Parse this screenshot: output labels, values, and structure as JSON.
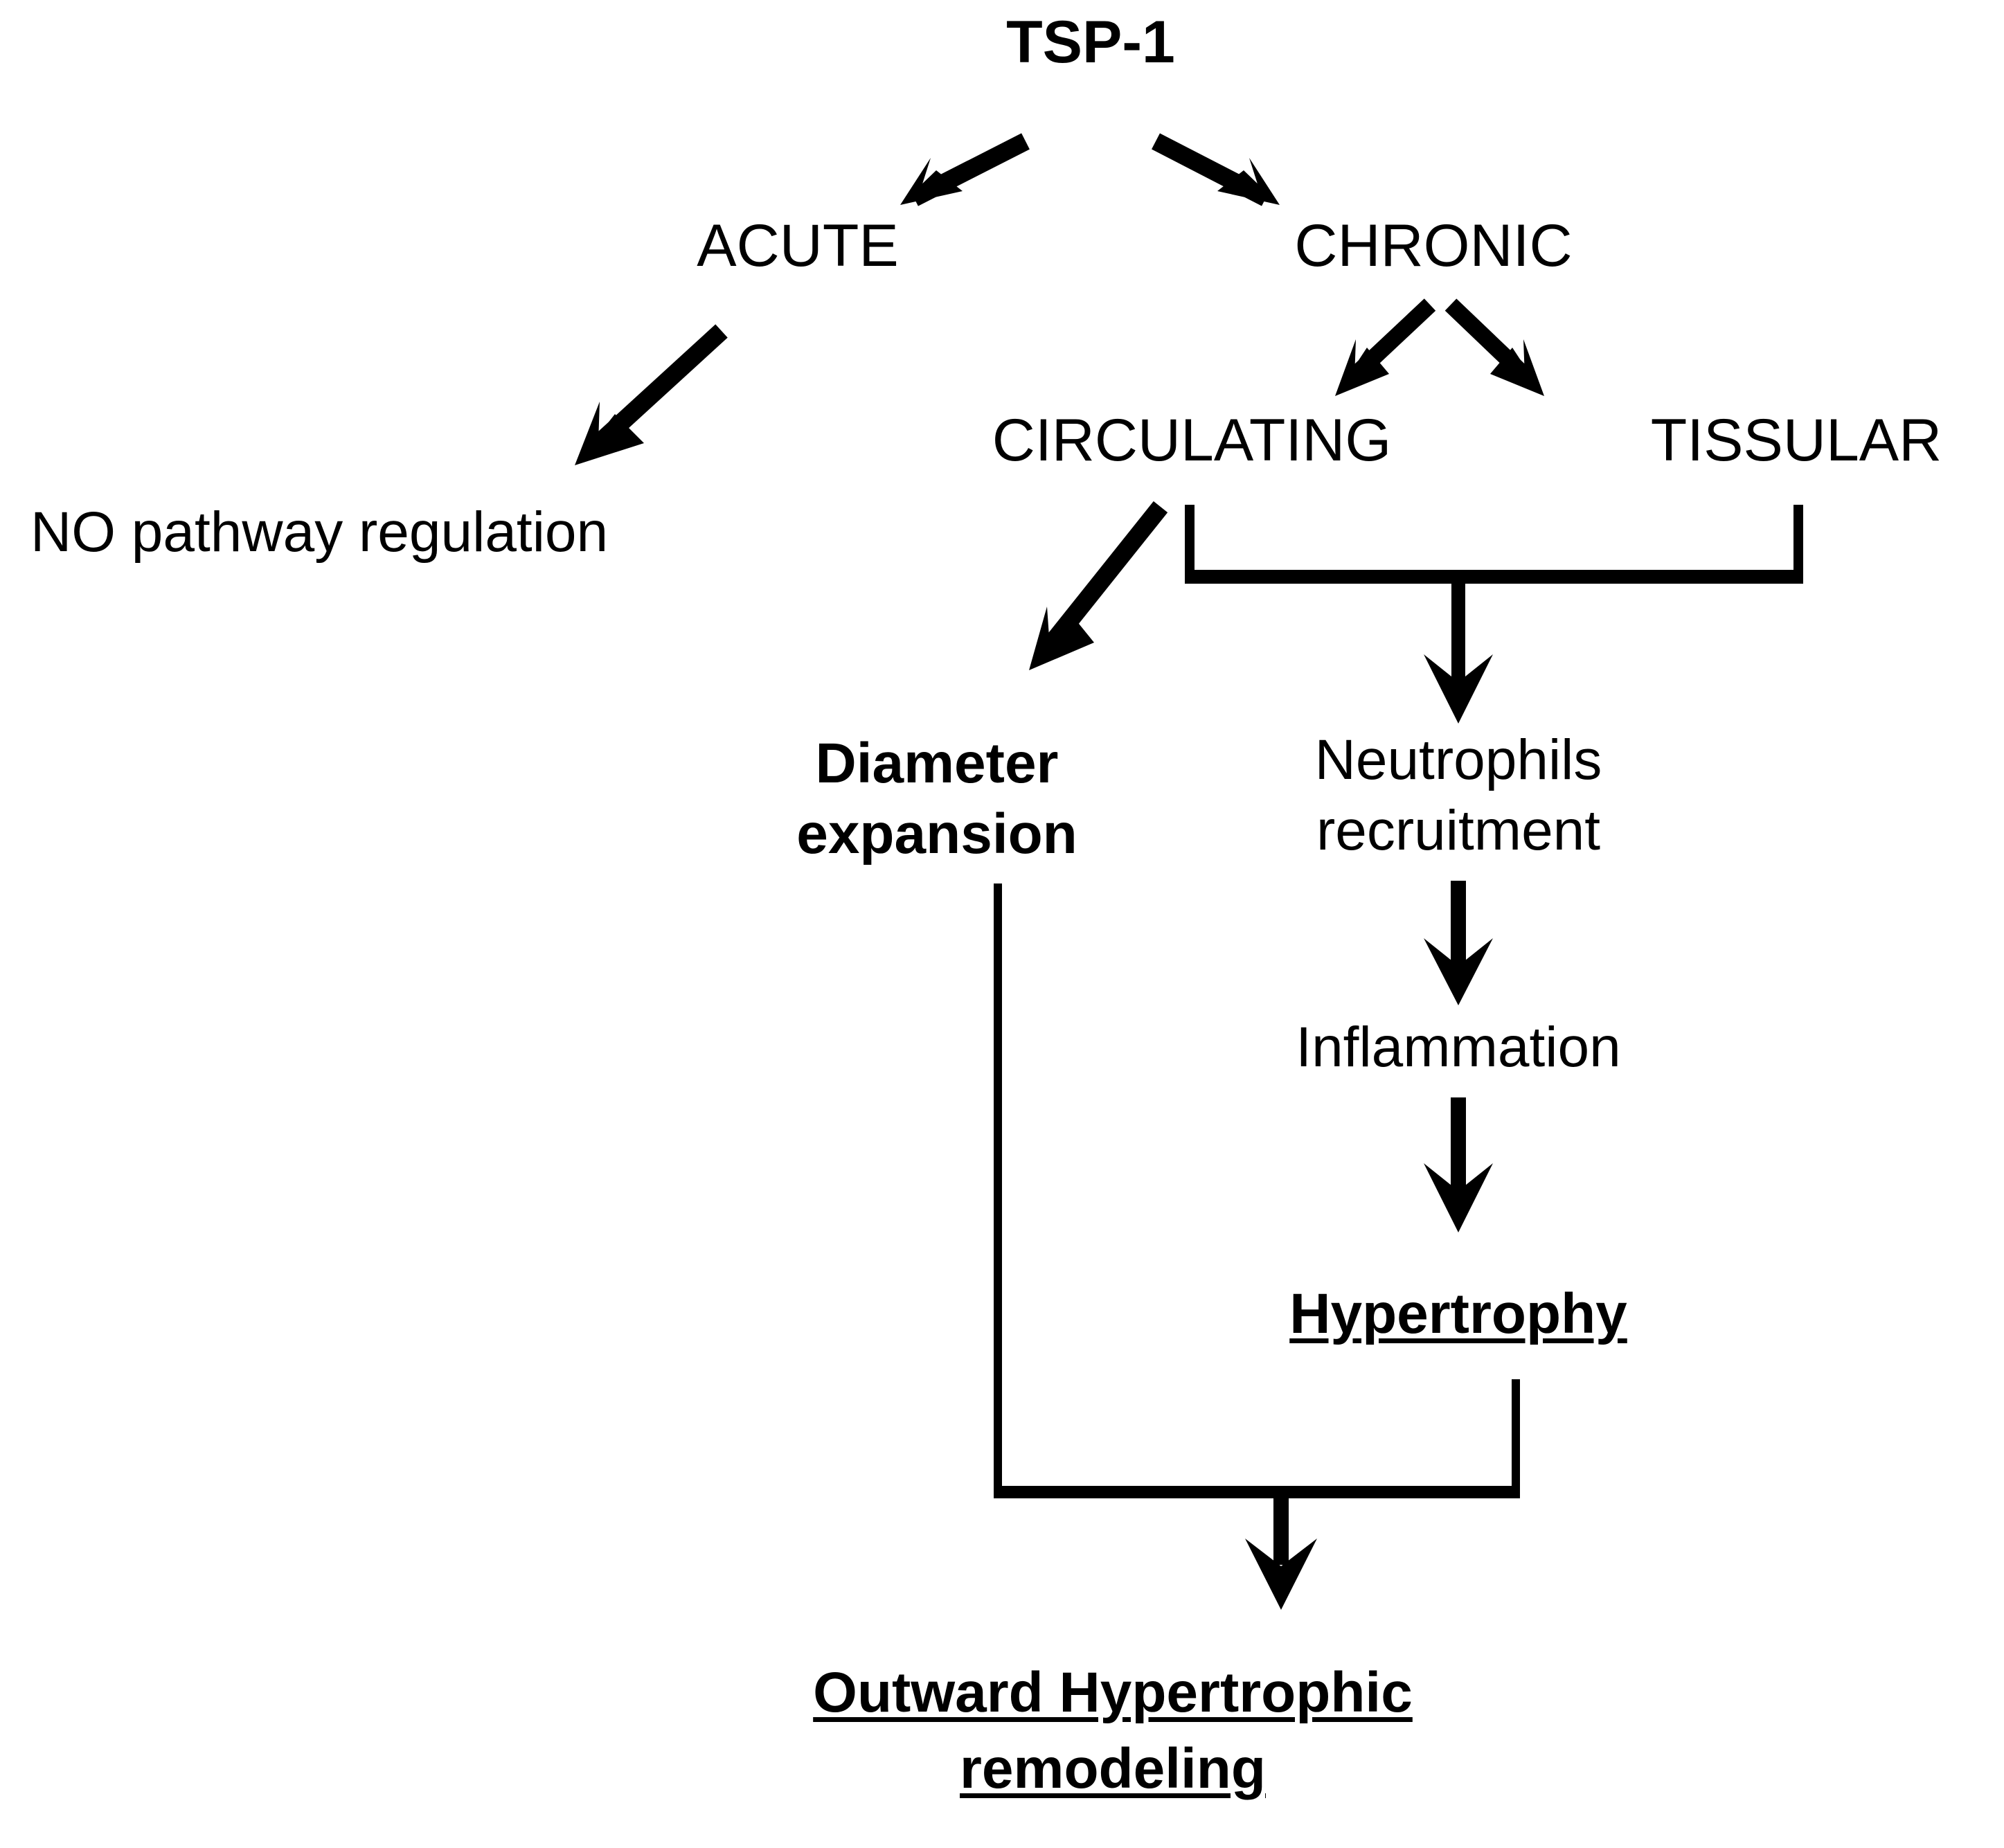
{
  "diagram": {
    "type": "flowchart",
    "title": "TSP-1",
    "background_color": "#ffffff",
    "stroke_color": "#000000",
    "nodes": {
      "tsp1": {
        "label": "TSP-1",
        "style": "bold"
      },
      "acute": {
        "label": "ACUTE",
        "style": "regular"
      },
      "chronic": {
        "label": "CHRONIC",
        "style": "regular"
      },
      "no_pathway": {
        "label": "NO pathway regulation",
        "style": "regular"
      },
      "circulating": {
        "label": "CIRCULATING",
        "style": "regular"
      },
      "tissular": {
        "label": "TISSULAR",
        "style": "regular"
      },
      "diameter_line1": {
        "label": "Diameter",
        "style": "bold"
      },
      "diameter_line2": {
        "label": "expansion",
        "style": "bold"
      },
      "neutro_line1": {
        "label": "Neutrophils",
        "style": "regular"
      },
      "neutro_line2": {
        "label": "recruitment",
        "style": "regular"
      },
      "inflammation": {
        "label": "Inflammation",
        "style": "regular"
      },
      "hypertrophy": {
        "label": "Hypertrophy",
        "style": "bold-underline"
      },
      "outcome_line1": {
        "label": "Outward Hypertrophic",
        "style": "bold-underline"
      },
      "outcome_line2": {
        "label": "remodeling",
        "style": "bold-underline"
      }
    },
    "edges": [
      {
        "from": "tsp1",
        "to": "acute",
        "kind": "arrow-diagonal"
      },
      {
        "from": "tsp1",
        "to": "chronic",
        "kind": "arrow-diagonal"
      },
      {
        "from": "acute",
        "to": "no_pathway",
        "kind": "arrow-diagonal"
      },
      {
        "from": "chronic",
        "to": "circulating",
        "kind": "arrow-diagonal"
      },
      {
        "from": "chronic",
        "to": "tissular",
        "kind": "arrow-diagonal"
      },
      {
        "from": "circulating",
        "to": "diameter",
        "kind": "arrow-diagonal"
      },
      {
        "from": "circulating+tissular",
        "to": "neutrophils",
        "kind": "bracket-arrow"
      },
      {
        "from": "neutrophils",
        "to": "inflammation",
        "kind": "arrow-down"
      },
      {
        "from": "inflammation",
        "to": "hypertrophy",
        "kind": "arrow-down"
      },
      {
        "from": "diameter+hypertrophy",
        "to": "outcome",
        "kind": "bracket-arrow"
      }
    ]
  }
}
